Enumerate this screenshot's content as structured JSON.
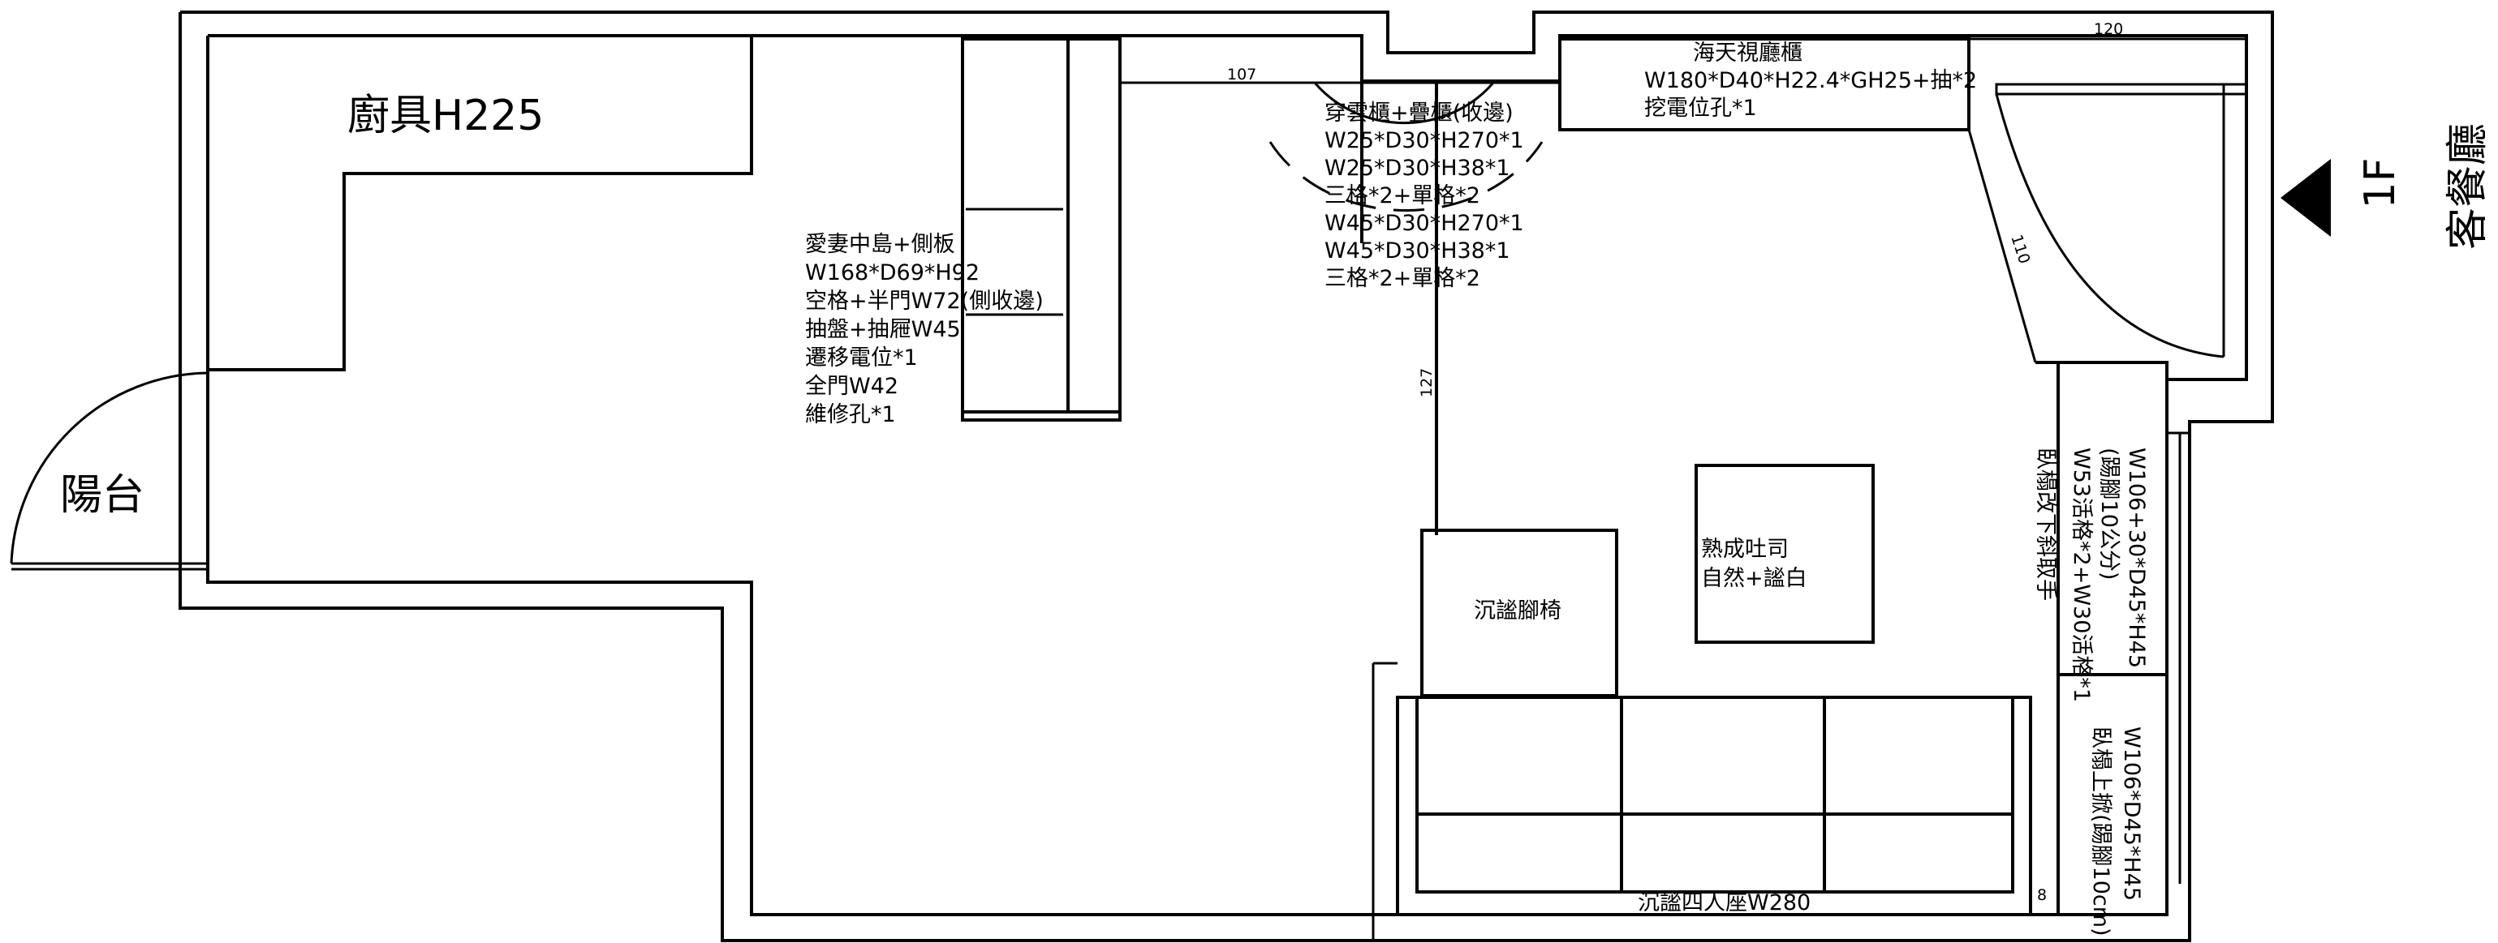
{
  "kitchen": {
    "label": "廚具H225"
  },
  "balcony": {
    "label": "陽台"
  },
  "island": {
    "lines": [
      "愛妻中島+側板",
      "W168*D69*H92",
      "空格+半門W72(側收邊)",
      "抽盤+抽屜W45",
      "遷移電位*1",
      "全門W42",
      "維修孔*1"
    ]
  },
  "closet": {
    "lines": [
      "穿雲櫃+疊櫃(收邊)",
      "W25*D30*H270*1",
      "W25*D30*H38*1",
      "三格*2+單格*2",
      "W45*D30*H270*1",
      "W45*D30*H38*1",
      "三格*2+單格*2"
    ]
  },
  "tv_cabinet": {
    "lines": [
      "海天視廳櫃",
      "W180*D40*H22.4*GH25+抽*2",
      "挖電位孔*1"
    ]
  },
  "bench_upper": {
    "lines": [
      "W106+30*D45*H45",
      "(踢腳10公分)",
      "W53活格*2+W30活格*1",
      "臥榻改下斜取手"
    ]
  },
  "bench_lower": {
    "lines": [
      "W106*D45*H45",
      "臥榻上掀(踢腳10cm)"
    ]
  },
  "ottoman": {
    "label": "沉謐腳椅"
  },
  "coffee_table": {
    "lines": [
      "熟成吐司",
      "自然+謐白"
    ]
  },
  "sofa": {
    "label": "沉謐四人座W280"
  },
  "dimensions": {
    "d107": "107",
    "d120": "120",
    "d110": "110",
    "d127": "127",
    "d8": "8"
  },
  "entrance": {
    "floor": "1F",
    "room": "客餐廳"
  }
}
